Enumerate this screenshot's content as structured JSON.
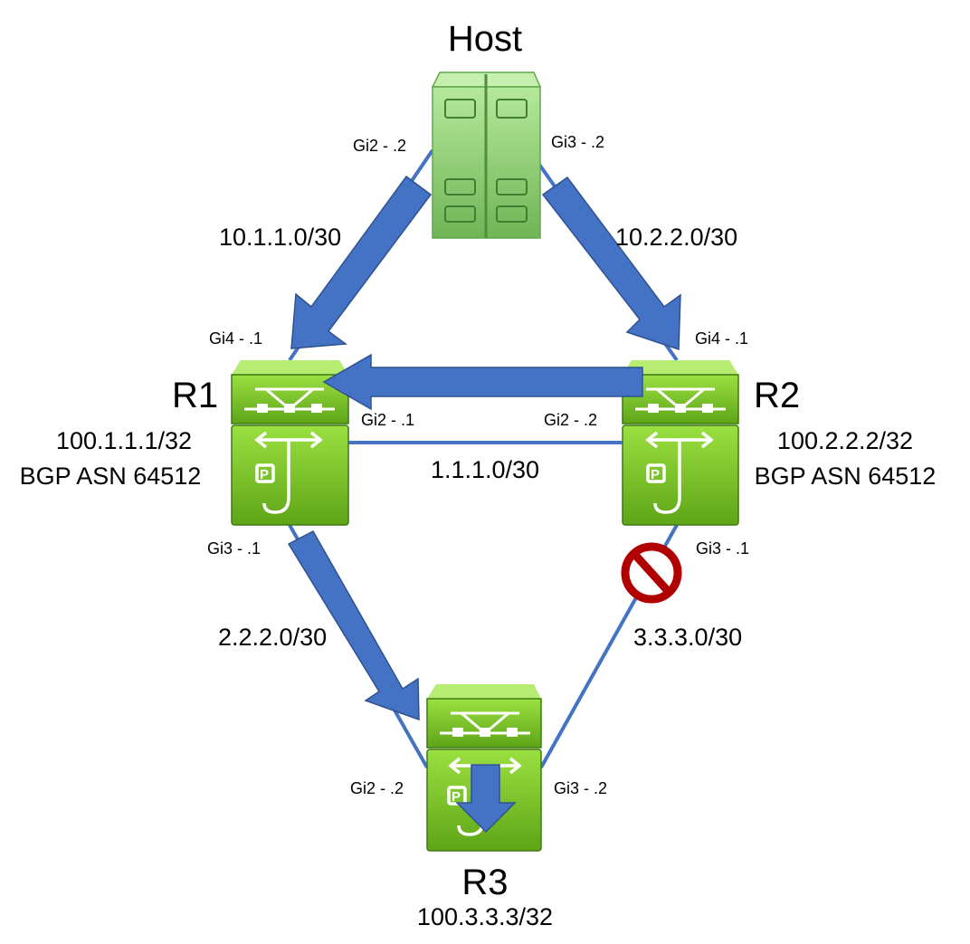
{
  "colors": {
    "link": "#4472c4",
    "arrow": "#4472c4",
    "router_light": "#7ed321",
    "router_dark": "#3d7a12",
    "host_light": "#a8e08c",
    "host_dark": "#5fa84a",
    "block": "#c00000"
  },
  "icons": {
    "host": "server-icon",
    "router": "router-icon",
    "blocked": "prohibited-icon"
  },
  "nodes": {
    "host": {
      "label": "Host"
    },
    "r1": {
      "label": "R1",
      "loopback": "100.1.1.1/32",
      "asn": "BGP ASN 64512"
    },
    "r2": {
      "label": "R2",
      "loopback": "100.2.2.2/32",
      "asn": "BGP ASN 64512"
    },
    "r3": {
      "label": "R3",
      "loopback": "100.3.3.3/32"
    }
  },
  "links": {
    "host_r1": {
      "subnet": "10.1.1.0/30",
      "host_if": "Gi2 - .2",
      "r1_if": "Gi4 - .1"
    },
    "host_r2": {
      "subnet": "10.2.2.0/30",
      "host_if": "Gi3 - .2",
      "r2_if": "Gi4 - .1"
    },
    "r1_r2": {
      "subnet": "1.1.1.0/30",
      "r1_if": "Gi2 - .1",
      "r2_if": "Gi2 - .2"
    },
    "r1_r3": {
      "subnet": "2.2.2.0/30",
      "r1_if": "Gi3 - .1",
      "r3_if": "Gi2 - .2"
    },
    "r2_r3": {
      "subnet": "3.3.3.0/30",
      "r2_if": "Gi3 - .1",
      "r3_if": "Gi3 - .2"
    }
  }
}
